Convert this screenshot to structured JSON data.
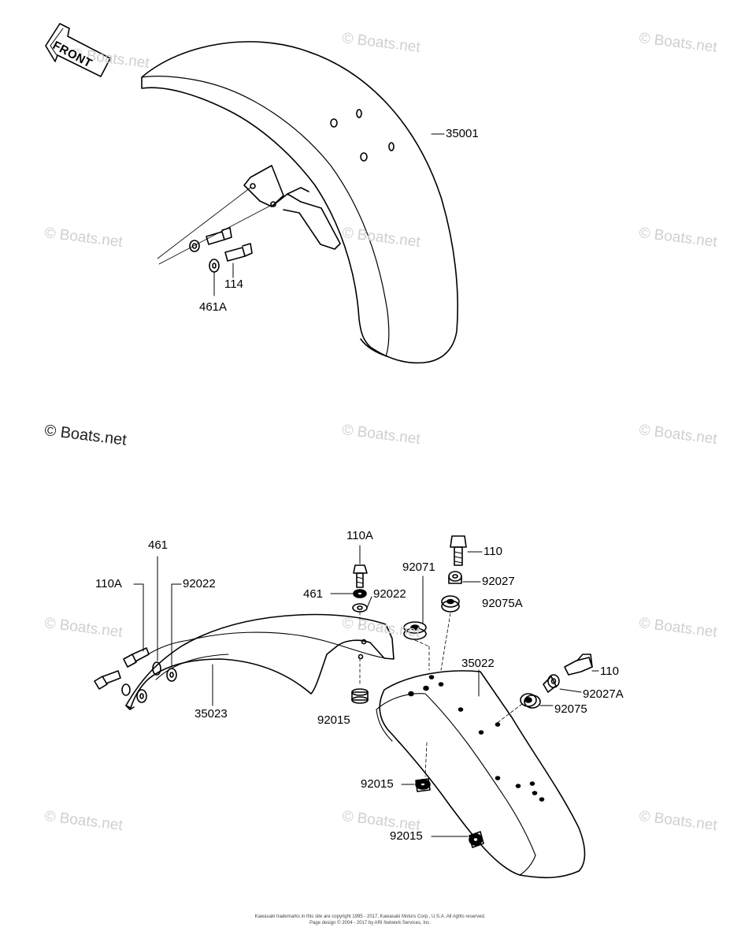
{
  "diagram": {
    "direction_label": "FRONT",
    "watermark_text": "© Boats.net",
    "copyright_line1": "Kawasaki trademarks in this site are copyright 1995 - 2017, Kawasaki Motors Corp., U.S.A. All rights reserved.",
    "copyright_line2": "Page design © 2004 - 2017 by ARI Network Services, Inc.",
    "parts": {
      "p35001": "35001",
      "p114": "114",
      "p461A": "461A",
      "p461_left": "461",
      "p110A_left": "110A",
      "p92022_left": "92022",
      "p35023": "35023",
      "p110A_center": "110A",
      "p461_center": "461",
      "p92022_center": "92022",
      "p92015_center": "92015",
      "p92071": "92071",
      "p110_top": "110",
      "p92027": "92027",
      "p92075A": "92075A",
      "p35022": "35022",
      "p110_right": "110",
      "p92027A": "92027A",
      "p92075": "92075",
      "p92015_mid": "92015",
      "p92015_bottom": "92015"
    }
  }
}
